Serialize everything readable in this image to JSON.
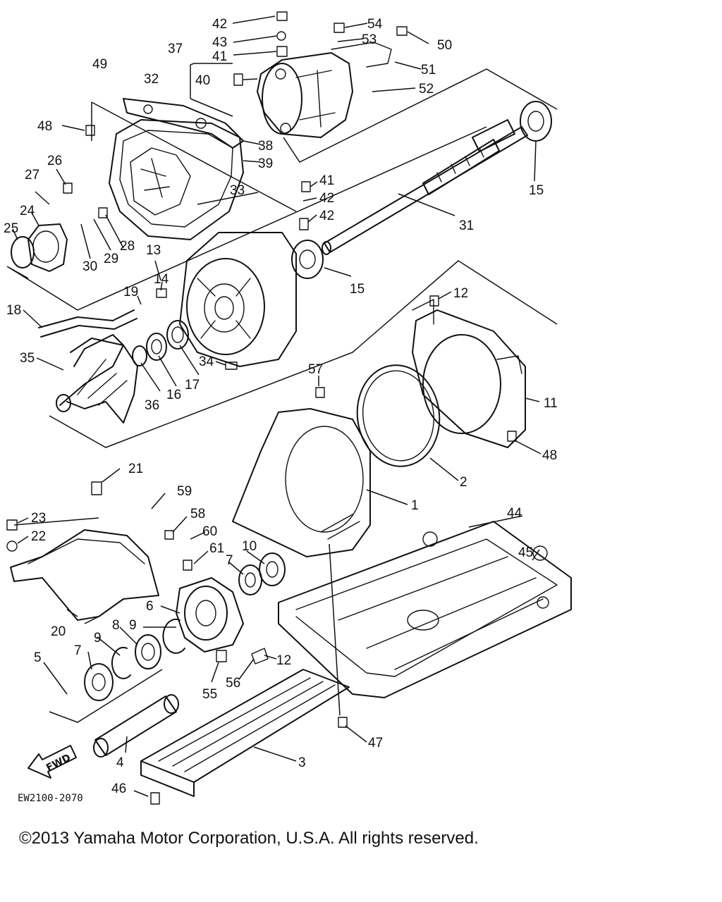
{
  "diagram": {
    "drawing_code": "EW2100-2070",
    "direction_label": "FWD",
    "callouts": {
      "c42a": "42",
      "c43": "43",
      "c41a": "41",
      "c54": "54",
      "c53": "53",
      "c50": "50",
      "c37": "37",
      "c49": "49",
      "c32": "32",
      "c40": "40",
      "c51": "51",
      "c52": "52",
      "c48a": "48",
      "c38": "38",
      "c39": "39",
      "c26": "26",
      "c27": "27",
      "c41b": "41",
      "c42b": "42",
      "c42c": "42",
      "c15a": "15",
      "c33": "33",
      "c31": "31",
      "c24": "24",
      "c25": "25",
      "c28": "28",
      "c29": "29",
      "c30": "30",
      "c13": "13",
      "c14": "14",
      "c15b": "15",
      "c19": "19",
      "c12a": "12",
      "c18": "18",
      "c35": "35",
      "c34": "34",
      "c36": "36",
      "c16": "16",
      "c17": "17",
      "c57": "57",
      "c11": "11",
      "c48b": "48",
      "c2": "2",
      "c21": "21",
      "c1": "1",
      "c59": "59",
      "c58": "58",
      "c23": "23",
      "c22": "22",
      "c60": "60",
      "c44": "44",
      "c61": "61",
      "c10": "10",
      "c7a": "7",
      "c45": "45",
      "c6": "6",
      "c9a": "9",
      "c8": "8",
      "c9b": "9",
      "c20": "20",
      "c7b": "7",
      "c12b": "12",
      "c5": "5",
      "c55": "55",
      "c56": "56",
      "c47": "47",
      "c4": "4",
      "c3": "3",
      "c46": "46"
    }
  },
  "footer": {
    "copyright": "©2013 Yamaha Motor Corporation, U.S.A. All rights reserved."
  }
}
